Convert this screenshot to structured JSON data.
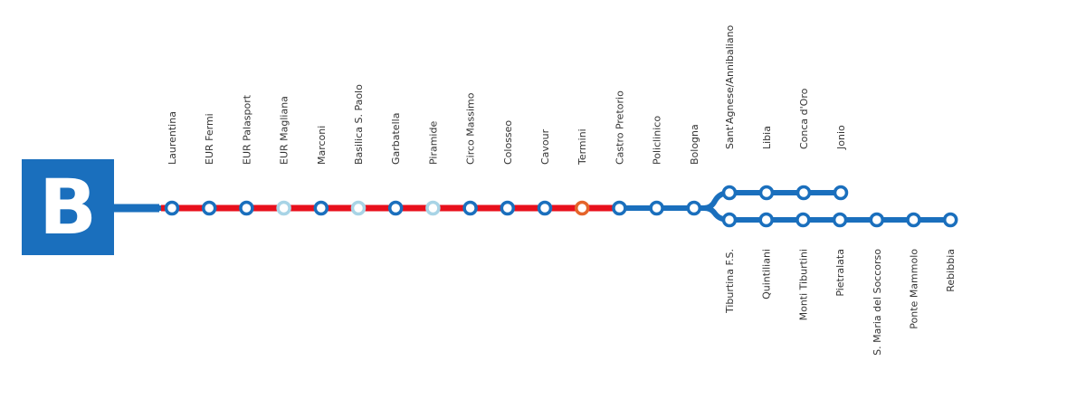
{
  "line": {
    "name": "B",
    "color": "#1a6fbd",
    "highlight_color": "#e8101c",
    "light_station_color": "#a8d4e6",
    "current_station_color": "#e5642a"
  },
  "trunk": [
    {
      "name": "Laurentina",
      "state": "normal"
    },
    {
      "name": "EUR Fermi",
      "state": "normal"
    },
    {
      "name": "EUR Palasport",
      "state": "normal"
    },
    {
      "name": "EUR Magliana",
      "state": "light"
    },
    {
      "name": "Marconi",
      "state": "normal"
    },
    {
      "name": "Basilica S. Paolo",
      "state": "light"
    },
    {
      "name": "Garbatella",
      "state": "normal"
    },
    {
      "name": "Piramide",
      "state": "light"
    },
    {
      "name": "Circo Massimo",
      "state": "normal"
    },
    {
      "name": "Colosseo",
      "state": "normal"
    },
    {
      "name": "Cavour",
      "state": "normal"
    },
    {
      "name": "Termini",
      "state": "current"
    },
    {
      "name": "Castro Pretorio",
      "state": "normal"
    },
    {
      "name": "Policlinico",
      "state": "normal"
    },
    {
      "name": "Bologna",
      "state": "normal"
    }
  ],
  "branch_north": [
    {
      "name": "Sant'Agnese/Annibaliano",
      "state": "normal"
    },
    {
      "name": "Libia",
      "state": "normal"
    },
    {
      "name": "Conca d'Oro",
      "state": "normal"
    },
    {
      "name": "Jonio",
      "state": "normal"
    }
  ],
  "branch_south": [
    {
      "name": "Tiburtina F.S.",
      "state": "normal"
    },
    {
      "name": "Quintiliani",
      "state": "normal"
    },
    {
      "name": "Monti Tiburtini",
      "state": "normal"
    },
    {
      "name": "Pietralata",
      "state": "normal"
    },
    {
      "name": "S. Maria del Soccorso",
      "state": "normal"
    },
    {
      "name": "Ponte Mammolo",
      "state": "normal"
    },
    {
      "name": "Rebibbia",
      "state": "normal"
    }
  ],
  "highlight_segment": {
    "from": "Laurentina",
    "to": "Castro Pretorio"
  }
}
